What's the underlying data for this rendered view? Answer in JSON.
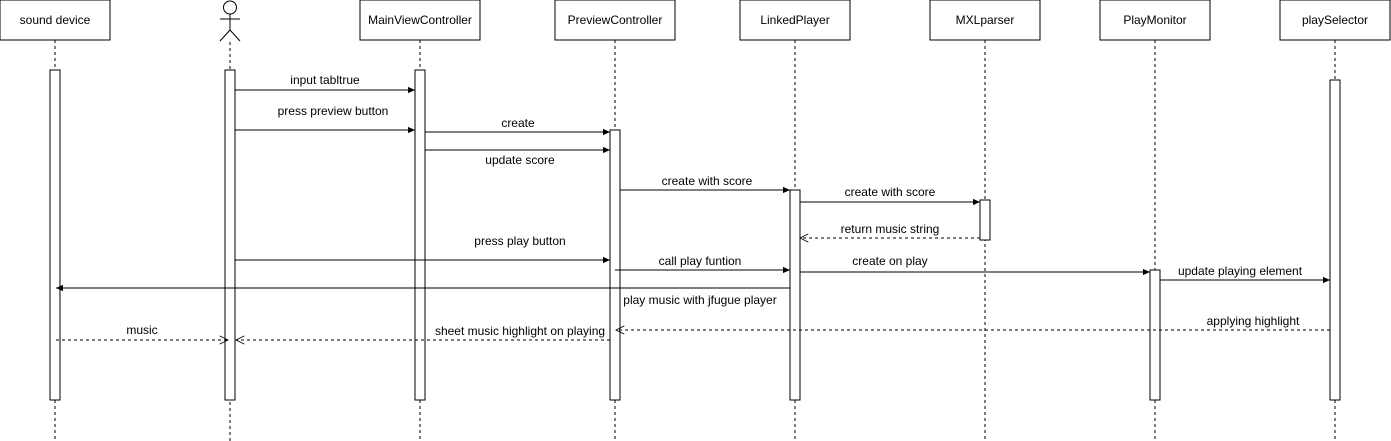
{
  "participants": [
    {
      "id": "sound",
      "label": "sound device",
      "kind": "box"
    },
    {
      "id": "actor",
      "label": "",
      "kind": "actor"
    },
    {
      "id": "main",
      "label": "MainViewController",
      "kind": "box"
    },
    {
      "id": "preview",
      "label": "PreviewController",
      "kind": "box"
    },
    {
      "id": "linked",
      "label": "LinkedPlayer",
      "kind": "box"
    },
    {
      "id": "mxl",
      "label": "MXLparser",
      "kind": "box"
    },
    {
      "id": "monitor",
      "label": "PlayMonitor",
      "kind": "box"
    },
    {
      "id": "selector",
      "label": "playSelector",
      "kind": "box"
    }
  ],
  "messages": [
    {
      "from": "actor",
      "to": "main",
      "label": "input tabltrue",
      "style": "sync"
    },
    {
      "from": "actor",
      "to": "main",
      "label": "press preview button",
      "style": "sync"
    },
    {
      "from": "main",
      "to": "preview",
      "label": "create",
      "style": "sync"
    },
    {
      "from": "main",
      "to": "preview",
      "label": "update score",
      "style": "sync"
    },
    {
      "from": "preview",
      "to": "linked",
      "label": "create with score",
      "style": "sync"
    },
    {
      "from": "linked",
      "to": "mxl",
      "label": "create with score",
      "style": "sync"
    },
    {
      "from": "mxl",
      "to": "linked",
      "label": "return music string",
      "style": "return"
    },
    {
      "from": "actor",
      "to": "preview",
      "label": "press play button",
      "style": "sync"
    },
    {
      "from": "preview",
      "to": "linked",
      "label": "call play funtion",
      "style": "sync"
    },
    {
      "from": "linked",
      "to": "monitor",
      "label": "create on play",
      "style": "sync"
    },
    {
      "from": "monitor",
      "to": "selector",
      "label": "update playing element",
      "style": "sync"
    },
    {
      "from": "linked",
      "to": "sound",
      "label": "play music with jfugue player",
      "style": "sync"
    },
    {
      "from": "selector",
      "to": "preview",
      "label": "applying highlight",
      "style": "return"
    },
    {
      "from": "preview",
      "to": "actor",
      "label": "sheet music highlight on playing",
      "style": "return"
    },
    {
      "from": "sound",
      "to": "actor",
      "label": "music",
      "style": "return"
    }
  ]
}
